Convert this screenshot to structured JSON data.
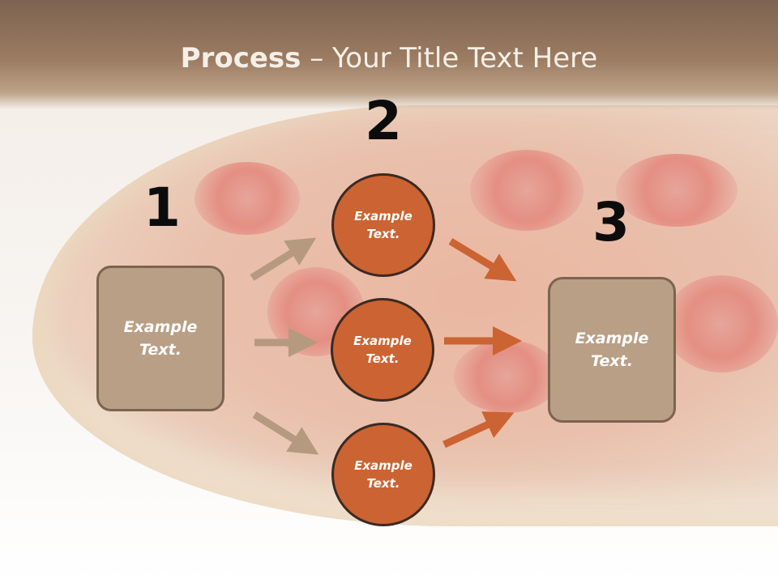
{
  "title": {
    "bold": "Process",
    "dash": " – ",
    "rest": "Your Title Text Here"
  },
  "steps": {
    "one": "1",
    "two": "2",
    "three": "3"
  },
  "left_box": {
    "label": "Example Text."
  },
  "right_box": {
    "label": "Example Text."
  },
  "circles": [
    {
      "label": "Example Text."
    },
    {
      "label": "Example Text."
    },
    {
      "label": "Example Text."
    }
  ],
  "colors": {
    "box_fill": "#b99f85",
    "circle_fill": "#cc6332",
    "left_arrows": "#b59a80",
    "right_arrows": "#cc6332"
  }
}
